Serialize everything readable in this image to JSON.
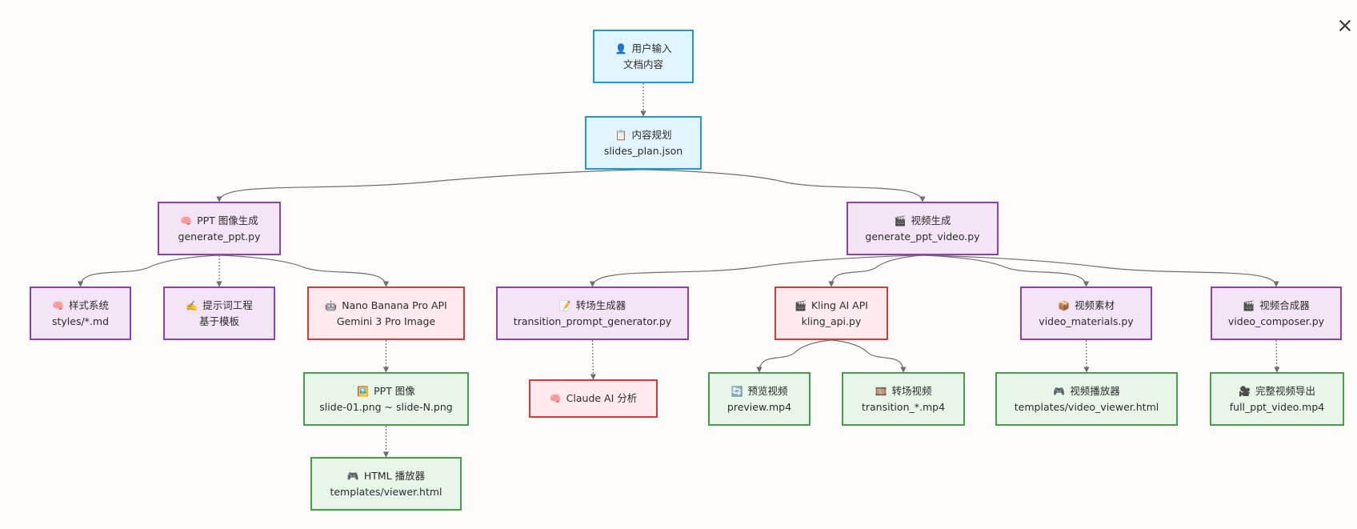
{
  "nodes": [
    {
      "id": "user_input",
      "icon": "👤",
      "icon_name": "user-icon",
      "title": "用户输入",
      "subtitle": "文档内容",
      "style": "blue"
    },
    {
      "id": "content_plan",
      "icon": "📋",
      "icon_name": "clipboard-icon",
      "title": "内容规划",
      "subtitle": "slides_plan.json",
      "style": "blue"
    },
    {
      "id": "ppt_gen",
      "icon": "🧠",
      "icon_name": "brain-icon",
      "title": "PPT 图像生成",
      "subtitle": "generate_ppt.py",
      "style": "purple"
    },
    {
      "id": "video_gen",
      "icon": "🎬",
      "icon_name": "clapper-icon",
      "title": "视频生成",
      "subtitle": "generate_ppt_video.py",
      "style": "purple"
    },
    {
      "id": "style_sys",
      "icon": "🧠",
      "icon_name": "brain-icon",
      "title": "样式系统",
      "subtitle": "styles/*.md",
      "style": "purple"
    },
    {
      "id": "prompt_eng",
      "icon": "✍️",
      "icon_name": "writing-hand-icon",
      "title": "提示词工程",
      "subtitle": "基于模板",
      "style": "purple"
    },
    {
      "id": "nano_api",
      "icon": "🤖",
      "icon_name": "robot-icon",
      "title": "Nano Banana Pro API",
      "subtitle": "Gemini 3 Pro Image",
      "style": "red"
    },
    {
      "id": "transition_gen",
      "icon": "📝",
      "icon_name": "memo-icon",
      "title": "转场生成器",
      "subtitle": "transition_prompt_generator.py",
      "style": "purple"
    },
    {
      "id": "kling_api",
      "icon": "🎬",
      "icon_name": "clapper-icon",
      "title": "Kling AI API",
      "subtitle": "kling_api.py",
      "style": "red"
    },
    {
      "id": "video_materials",
      "icon": "📦",
      "icon_name": "package-icon",
      "title": "视频素材",
      "subtitle": "video_materials.py",
      "style": "purple"
    },
    {
      "id": "video_composer",
      "icon": "🎬",
      "icon_name": "clapper-icon",
      "title": "视频合成器",
      "subtitle": "video_composer.py",
      "style": "purple"
    },
    {
      "id": "ppt_images",
      "icon": "🖼️",
      "icon_name": "picture-icon",
      "title": "PPT 图像",
      "subtitle": "slide-01.png ~ slide-N.png",
      "style": "green"
    },
    {
      "id": "claude",
      "icon": "🧠",
      "icon_name": "brain-icon",
      "title": "Claude AI 分析",
      "subtitle": "",
      "style": "red"
    },
    {
      "id": "preview",
      "icon": "🔄",
      "icon_name": "refresh-icon",
      "title": "预览视频",
      "subtitle": "preview.mp4",
      "style": "green"
    },
    {
      "id": "transition_video",
      "icon": "🎞️",
      "icon_name": "film-frames-icon",
      "title": "转场视频",
      "subtitle": "transition_*.mp4",
      "style": "green"
    },
    {
      "id": "video_player",
      "icon": "🎮",
      "icon_name": "gamepad-icon",
      "title": "视频播放器",
      "subtitle": "templates/video_viewer.html",
      "style": "green"
    },
    {
      "id": "full_video",
      "icon": "🎥",
      "icon_name": "movie-camera-icon",
      "title": "完整视频导出",
      "subtitle": "full_ppt_video.mp4",
      "style": "green"
    },
    {
      "id": "html_player",
      "icon": "🎮",
      "icon_name": "gamepad-icon",
      "title": "HTML 播放器",
      "subtitle": "templates/viewer.html",
      "style": "green"
    }
  ],
  "edges": [
    [
      "user_input",
      "content_plan"
    ],
    [
      "content_plan",
      "ppt_gen"
    ],
    [
      "content_plan",
      "video_gen"
    ],
    [
      "ppt_gen",
      "style_sys"
    ],
    [
      "ppt_gen",
      "prompt_eng"
    ],
    [
      "ppt_gen",
      "nano_api"
    ],
    [
      "nano_api",
      "ppt_images"
    ],
    [
      "ppt_images",
      "html_player"
    ],
    [
      "video_gen",
      "transition_gen"
    ],
    [
      "video_gen",
      "kling_api"
    ],
    [
      "video_gen",
      "video_materials"
    ],
    [
      "video_gen",
      "video_composer"
    ],
    [
      "transition_gen",
      "claude"
    ],
    [
      "kling_api",
      "preview"
    ],
    [
      "kling_api",
      "transition_video"
    ],
    [
      "video_materials",
      "video_player"
    ],
    [
      "video_composer",
      "full_video"
    ]
  ],
  "colors": {
    "edge": "#6e6e6e",
    "blue_fill": "#e1f5fe",
    "blue_border": "#1e9ad6",
    "purple_fill": "#f3e5f5",
    "purple_border": "#8e3fb0",
    "red_fill": "#ffebee",
    "red_border": "#d63a3a",
    "green_fill": "#e8f5e9",
    "green_border": "#43a047"
  }
}
